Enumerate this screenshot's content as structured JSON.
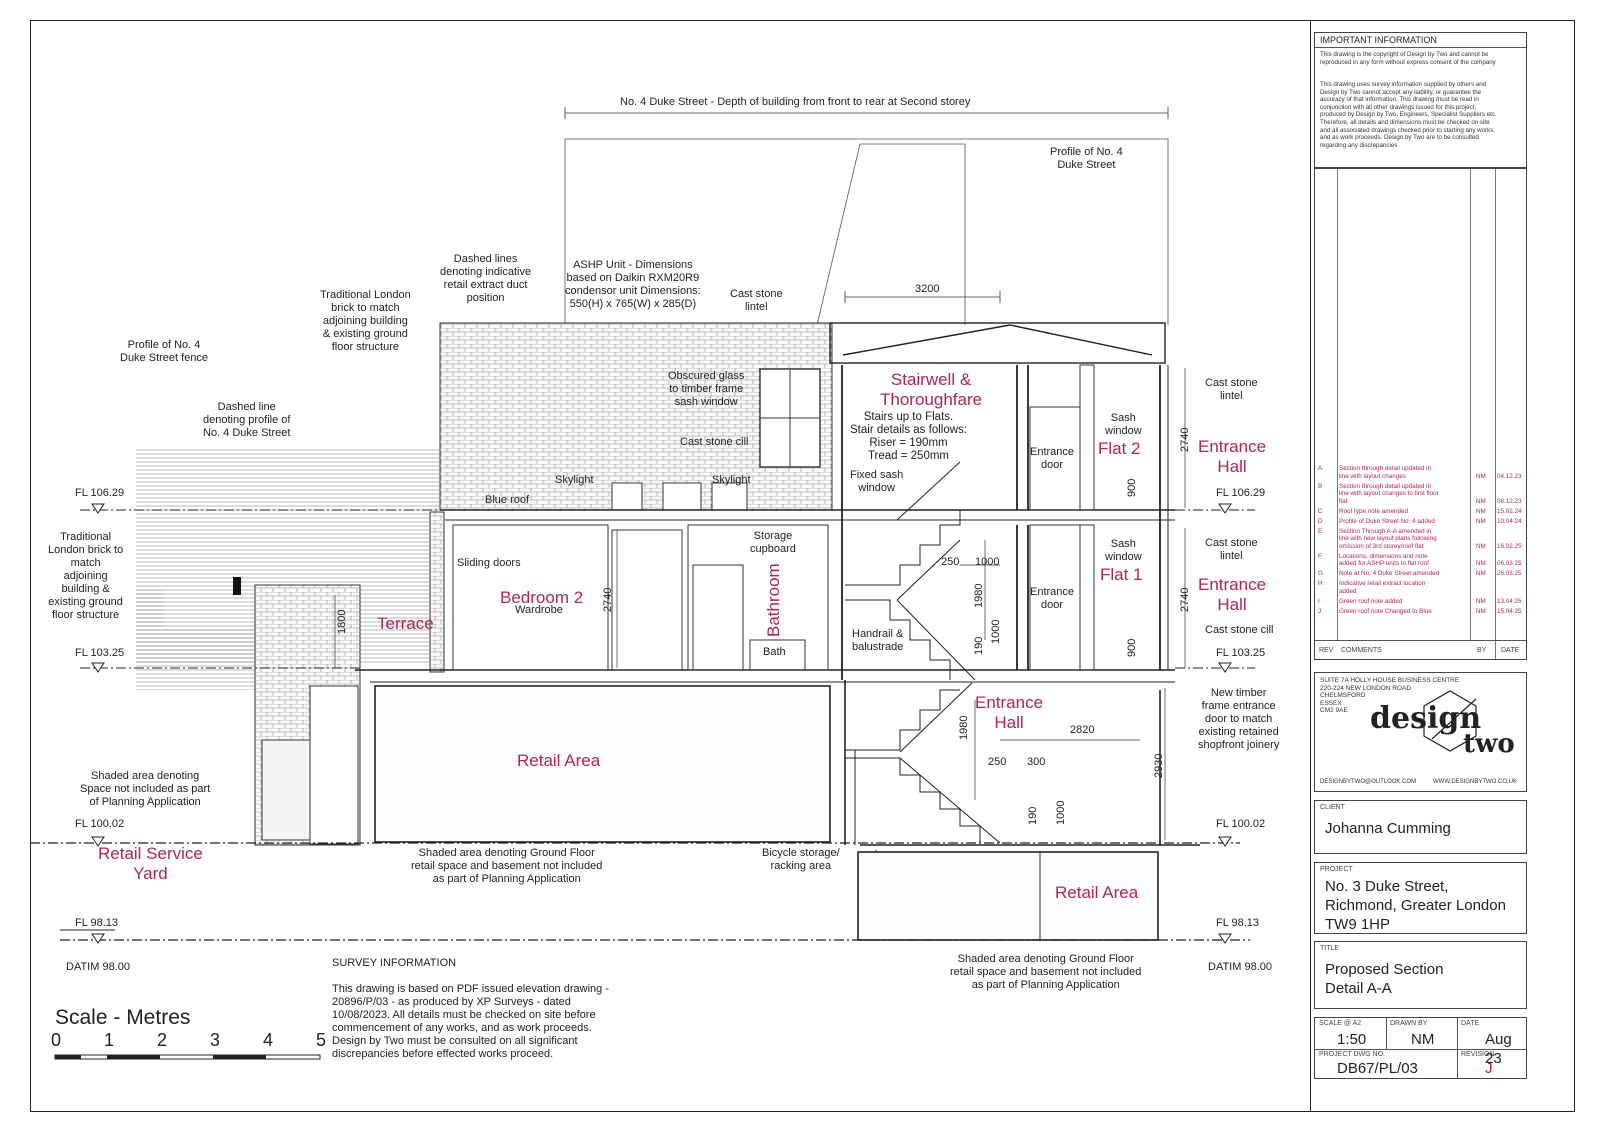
{
  "drawing": {
    "top_dimension": "No. 4 Duke Street - Depth of building from front to rear at Second storey",
    "profile_no4": "Profile of No. 4\nDuke Street",
    "dashed_lines_note": "Dashed lines\ndenoting indicative\nretail extract duct\nposition",
    "ashp_note": "ASHP Unit - Dimensions\nbased on Daikin RXM20R9\ncondensor unit Dimensions:\n550(H) x 765(W) x 285(D)",
    "cast_stone_lintel_top": "Cast stone\nlintel",
    "dim_3200": "3200",
    "traditional_brick_upper": "Traditional London\nbrick to match\nadjoining building\n& existing ground\nfloor structure",
    "profile_fence": "Profile of No. 4\nDuke Street fence",
    "dashed_profile": "Dashed line\ndenoting profile of\nNo. 4 Duke Street",
    "obscured_glass": "Obscured glass\nto timber frame\nsash window",
    "cast_stone_cill_mid": "Cast stone cill",
    "stairwell": "Stairwell &\nThoroughfare",
    "stair_details": "Stairs up to Flats.\nStair details as follows:\nRiser = 190mm\nTread = 250mm",
    "fixed_sash": "Fixed sash\nwindow",
    "entrance_door_upper": "Entrance\ndoor",
    "sash_window_upper": "Sash\nwindow",
    "flat2": "Flat 2",
    "entrance_hall_2nd": "Entrance\nHall",
    "cast_stone_lintel_r1": "Cast stone\nlintel",
    "dim_2740_r1": "2740",
    "dim_900_r1": "900",
    "level_106": "FL 106.29",
    "skylight_1": "Skylight",
    "skylight_2": "Skylight",
    "blue_roof": "Blue roof",
    "traditional_brick_left": "Traditional\nLondon brick to\nmatch\nadjoining\nbuilding &\nexisting ground\nfloor structure",
    "sliding_doors": "Sliding doors",
    "bedroom2": "Bedroom 2",
    "wardrobe": "Wardrobe",
    "dim_2740_bed": "2740",
    "storage": "Storage\ncupboard",
    "bathroom": "Bathroom",
    "bath": "Bath",
    "dim_250_a": "250",
    "dim_1000_a": "1000",
    "dim_1980_a": "1980",
    "dim_1000_b": "1000",
    "dim_190_a": "190",
    "sash_window_lower": "Sash\nwindow",
    "flat1": "Flat 1",
    "entrance_door_lower": "Entrance\ndoor",
    "entrance_hall_1st": "Entrance\nHall",
    "cast_stone_lintel_r2": "Cast stone\nlintel",
    "cast_stone_cill_r2": "Cast stone cill",
    "dim_2740_r2": "2740",
    "dim_900_r2": "900",
    "dim_1800": "1800",
    "terrace": "Terrace",
    "level_103": "FL 103.25",
    "handrail": "Handrail &\nbalustrade",
    "new_timber": "New timber\nframe entrance\ndoor to match\nexisting retained\nshopfront joinery",
    "retail_area_gf": "Retail Area",
    "entrance_hall_gf": "Entrance\nHall",
    "dim_2820": "2820",
    "dim_1980_b": "1980",
    "dim_250_b": "250",
    "dim_300": "300",
    "dim_2930": "2930",
    "dim_190_b": "190",
    "dim_1000_c": "1000",
    "shaded_planning": "Shaded area denoting\nSpace not included as part\nof Planning Application",
    "level_100": "FL 100.02",
    "retail_yard": "Retail Service\nYard",
    "shaded_gf_left": "Shaded area denoting Ground Floor\nretail space and basement not included\nas part of Planning Application",
    "bicycle": "Bicycle storage/\nracking area",
    "retail_area_bs": "Retail Area",
    "level_98": "FL 98.13",
    "datum": "DATIM 98.00",
    "survey_title": "SURVEY INFORMATION",
    "survey_text": "This drawing is based on PDF issued elevation drawing -\n20896/P/03 - as produced by XP Surveys - dated\n10/08/2023. All details must be checked on site before\ncommencement of any works, and as work proceeds.\nDesign by Two must be consulted on all significant\ndiscrepancies before effected works proceed.",
    "shaded_gf_right": "Shaded area denoting Ground Floor\nretail space and basement not included\nas part of Planning Application",
    "scale_title": "Scale - Metres",
    "scale_ticks": [
      "0",
      "1",
      "2",
      "3",
      "4",
      "5"
    ]
  },
  "titleblock": {
    "important_title": "IMPORTANT INFORMATION",
    "important_p1": "This drawing is the copyright of Design by Two and cannot be\nreproduced in any form without express consent of the company",
    "important_p2": "This drawing uses survey information supplied by others and\nDesign by Two cannot accept any liability, or guarantee the\naccuracy of that information. This drawing must be read in\nconjunction with all other drawings issued for this project,\nproduced by Design by Two, Engineers, Specialist Suppliers etc.\nTherefore, all details and dimensions must be checked on site\nand all associated drawings checked prior to starting any works,\nand as work proceeds. Design by Two are to be consulted\nregarding any discrepancies",
    "revisions": [
      {
        "rev": "A",
        "comment": "Section through detail updated in\nline with layout changes",
        "by": "NM",
        "date": "04.12.23"
      },
      {
        "rev": "B",
        "comment": "Section through detail updated in\nline with layout changes to first floor\nflat",
        "by": "NM",
        "date": "08.12.23"
      },
      {
        "rev": "C",
        "comment": "Roof type note amended",
        "by": "NM",
        "date": "15.02.24"
      },
      {
        "rev": "D",
        "comment": "Profile of Duke Street No. 4 added",
        "by": "NM",
        "date": "10.04.24"
      },
      {
        "rev": "E",
        "comment": "Section Through A-A amended in\nline with new layout plans following\nomission of 3rd storey/roof flat",
        "by": "NM",
        "date": "16.02.25"
      },
      {
        "rev": "F",
        "comment": "Locations, dimensions and note\nadded for ASHP units to flat roof",
        "by": "NM",
        "date": "06.03.25"
      },
      {
        "rev": "G",
        "comment": "Note at No. 4 Duke Street amended",
        "by": "NM",
        "date": "26.03.25"
      },
      {
        "rev": "H",
        "comment": "Indicative retail extract location\nadded",
        "by": "",
        "date": ""
      },
      {
        "rev": "I",
        "comment": "Green roof note added",
        "by": "NM",
        "date": "13.04.25"
      },
      {
        "rev": "J",
        "comment": "Green roof note Changed to Blue",
        "by": "NM",
        "date": "15.04.25"
      }
    ],
    "rev_header": "REV",
    "comments_header": "COMMENTS",
    "by_header": "BY",
    "date_header": "DATE",
    "address": "SUITE 7A HOLLY HOUSE BUSINESS CENTRE\n220-224 NEW LONDON ROAD\nCHELMSFORD\nESSEX\nCM2 9AE",
    "logo_line1": "design",
    "logo_line2": "two",
    "email": "DESIGNBYTWO@OUTLOOK.COM",
    "website": "WWW.DESIGNBYTWO.CO.UK",
    "client_cap": "CLIENT",
    "client": "Johanna Cumming",
    "project_cap": "PROJECT",
    "project": "No. 3 Duke Street,\nRichmond, Greater London\nTW9 1HP",
    "title_cap": "TITLE",
    "title": "Proposed Section\nDetail A-A",
    "scale_cap": "SCALE @ A2",
    "scale": "1:50",
    "drawn_cap": "DRAWN BY",
    "drawn": "NM",
    "date_cap": "DATE",
    "date": "Aug 23",
    "dwg_cap": "PROJECT DWG NO.",
    "dwg": "DB67/PL/03",
    "revision_cap": "REVISION",
    "revision": "J"
  }
}
